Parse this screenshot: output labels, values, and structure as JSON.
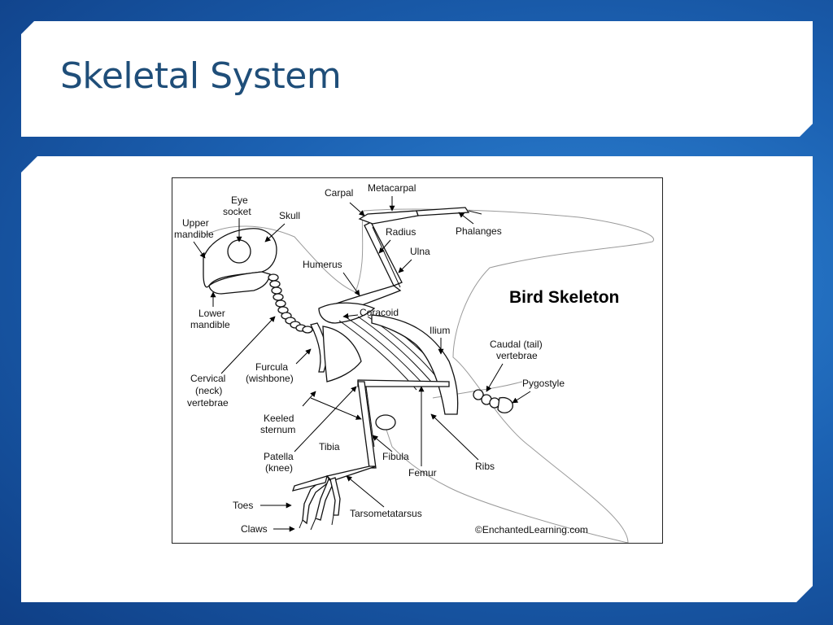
{
  "slide": {
    "title": "Skeletal System"
  },
  "diagram": {
    "title": "Bird Skeleton",
    "credit": "©EnchantedLearning.com",
    "labels": {
      "eye_socket": [
        "Eye",
        "socket"
      ],
      "skull": "Skull",
      "upper_mandible": [
        "Upper",
        "mandible"
      ],
      "lower_mandible": [
        "Lower",
        "mandible"
      ],
      "carpal": "Carpal",
      "metacarpal": "Metacarpal",
      "phalanges": "Phalanges",
      "radius": "Radius",
      "ulna": "Ulna",
      "humerus": "Humerus",
      "coracoid": "Coracoid",
      "ilium": "Ilium",
      "caudal": [
        "Caudal (tail)",
        "vertebrae"
      ],
      "pygostyle": "Pygostyle",
      "furcula": [
        "Furcula",
        "(wishbone)"
      ],
      "cervical": [
        "Cervical",
        "(neck)",
        "vertebrae"
      ],
      "keeled_sternum": [
        "Keeled",
        "sternum"
      ],
      "patella": [
        "Patella",
        "(knee)"
      ],
      "tibia": "Tibia",
      "fibula": "Fibula",
      "femur": "Femur",
      "ribs": "Ribs",
      "toes": "Toes",
      "claws": "Claws",
      "tarsometatarsus": "Tarsometatarsus"
    }
  }
}
